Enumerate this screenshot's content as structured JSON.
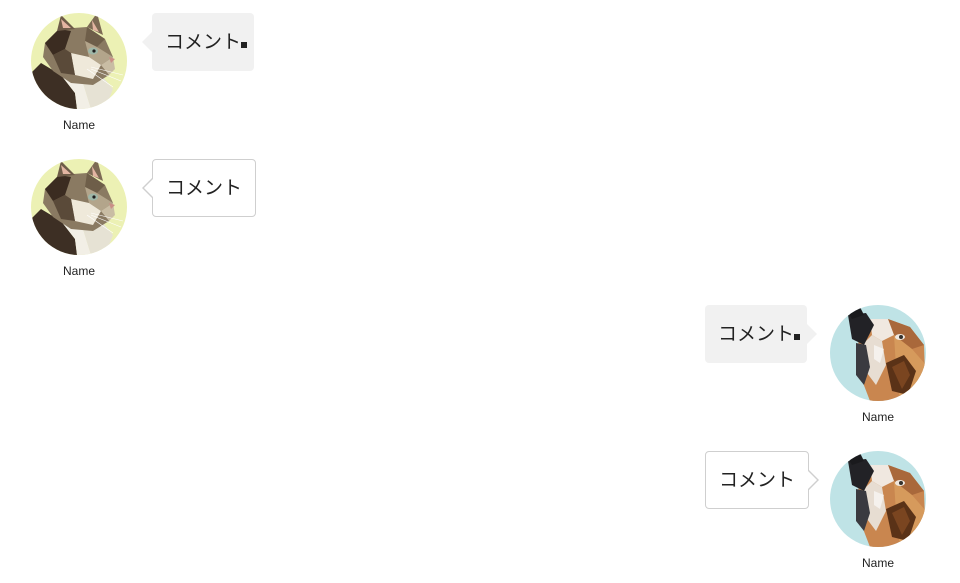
{
  "messages": [
    {
      "side": "left",
      "style": "filled",
      "name": "Name",
      "comment": "コメント",
      "avatar": "cat-avatar"
    },
    {
      "side": "left",
      "style": "outlined",
      "name": "Name",
      "comment": "コメント",
      "avatar": "cat-avatar"
    },
    {
      "side": "right",
      "style": "filled",
      "name": "Name",
      "comment": "コメント",
      "avatar": "dog-avatar"
    },
    {
      "side": "right",
      "style": "outlined",
      "name": "Name",
      "comment": "コメント",
      "avatar": "dog-avatar"
    }
  ],
  "colors": {
    "cat_background": "#ecf1b4",
    "dog_background": "#bfe3e6",
    "bubble_fill": "#f1f1f1",
    "bubble_border": "#cfcfcf"
  }
}
